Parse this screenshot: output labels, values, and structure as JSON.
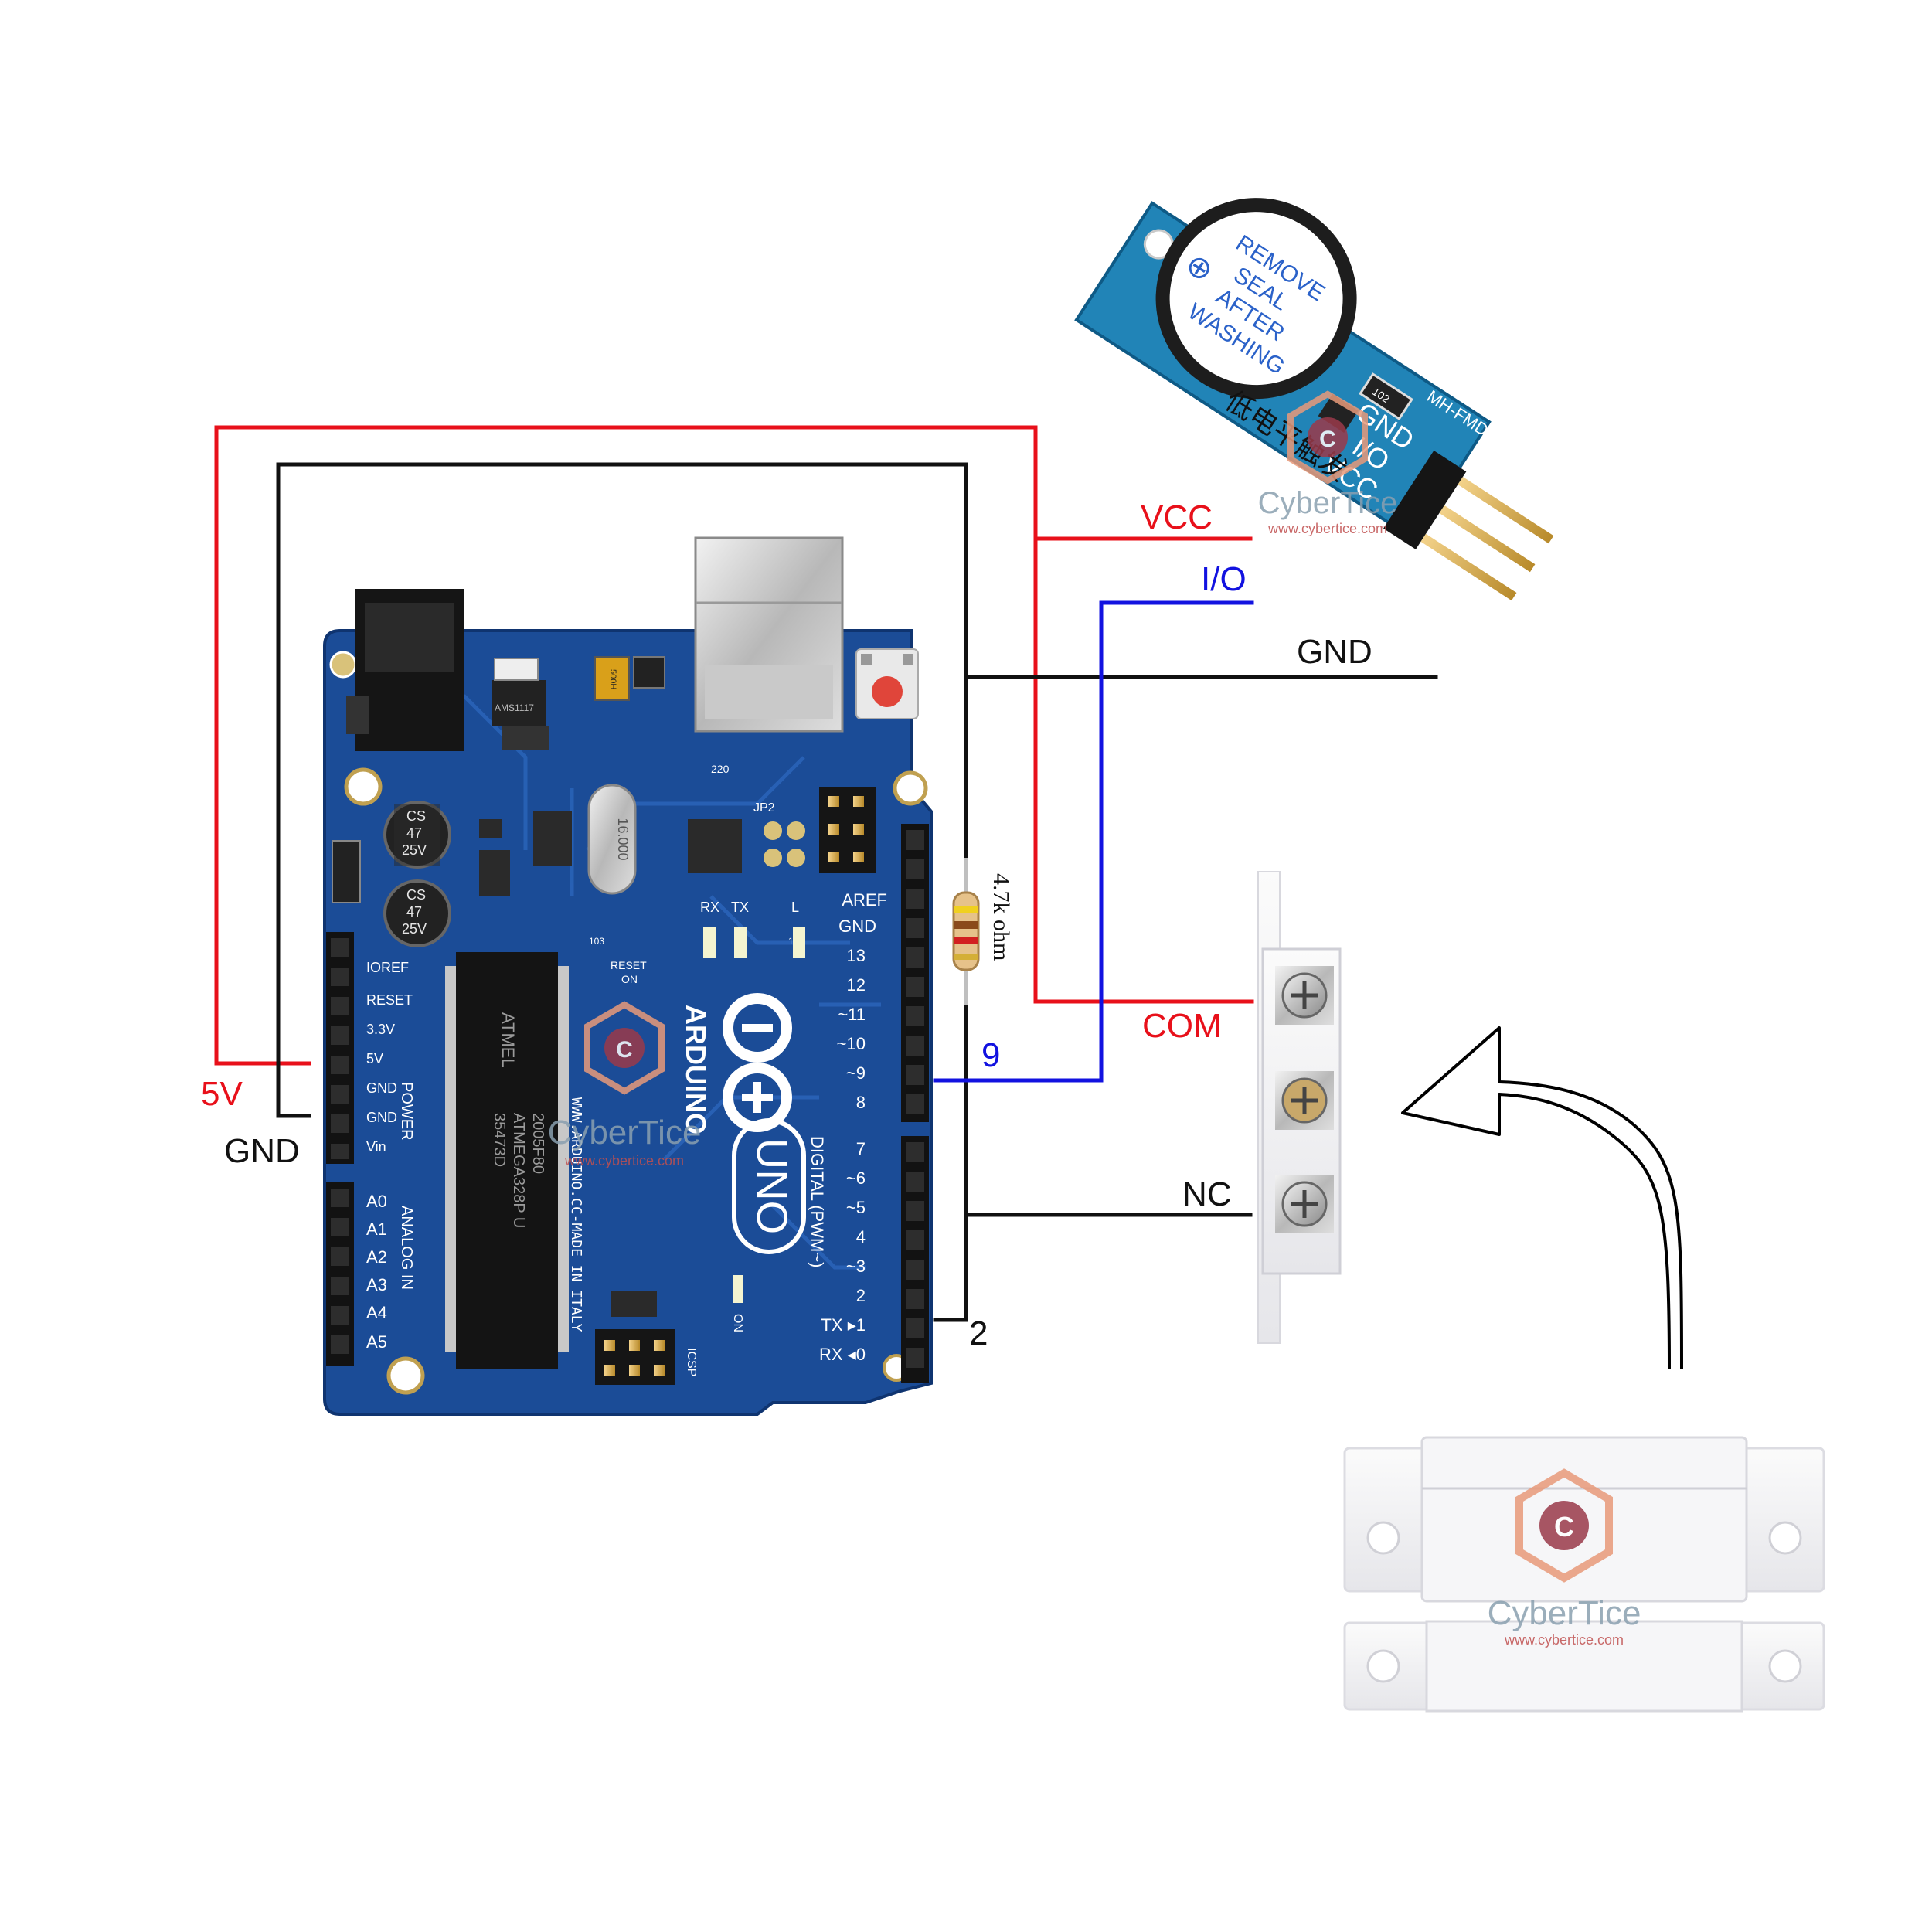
{
  "wire_labels": {
    "vcc": "VCC",
    "io": "I/O",
    "gnd_buzzer": "GND",
    "five_v": "5V",
    "gnd_left": "GND",
    "com": "COM",
    "nc": "NC",
    "pin9": "9",
    "pin2": "2",
    "resistor": "4.7k ohm"
  },
  "buzzer_module": {
    "seal_line1": "REMOVE",
    "seal_line2": "SEAL",
    "seal_line3": "AFTER",
    "seal_line4": "WASHING",
    "model": "MH-FMD",
    "pin_gnd": "GND",
    "pin_io": "I/O",
    "pin_vcc": "VCC",
    "chinese_text": "低电平触发",
    "resistor_code": "102"
  },
  "arduino": {
    "brand": "ARDUINO",
    "model": "UNO",
    "chip_brand": "ATMEL",
    "chip_line1": "35473D",
    "chip_line2": "ATMEGA328P U",
    "chip_line3": "2005F80",
    "made_in": "WWW.ARDUINO.CC-MADE IN ITALY",
    "power_header": [
      "IOREF",
      "RESET",
      "3.3V",
      "5V",
      "GND",
      "GND",
      "Vin"
    ],
    "power_label": "POWER",
    "analog_header": [
      "A0",
      "A1",
      "A2",
      "A3",
      "A4",
      "A5"
    ],
    "analog_label": "ANALOG IN",
    "digital_upper": [
      "AREF",
      "GND",
      "13",
      "12",
      "~11",
      "~10",
      "~9",
      "8"
    ],
    "digital_lower": [
      "7",
      "~6",
      "~5",
      "4",
      "~3",
      "2",
      "TX ▸1",
      "RX ◂0"
    ],
    "digital_label": "DIGITAL (PWM~)",
    "cap_label_line1": "CS",
    "cap_label_line2": "47",
    "cap_label_line3": "25V",
    "crystal": "16.000",
    "reset_label": "RESET",
    "icsp": "ICSP",
    "jp2": "JP2",
    "rx": "RX",
    "tx": "TX",
    "l": "L",
    "on": "ON",
    "regulator": "AMS1117",
    "fuse": "500H",
    "resistor_220": "220",
    "resistor_103": "103",
    "resistor_102": "102"
  },
  "watermark": {
    "brand": "CyberTice",
    "url": "www.cybertice.com"
  },
  "colors": {
    "red_wire": "#e8101a",
    "black_wire": "#111111",
    "blue_wire": "#1212e0",
    "pcb_blue": "#1a4f9c",
    "buzzer_pcb": "#1e7fae"
  }
}
